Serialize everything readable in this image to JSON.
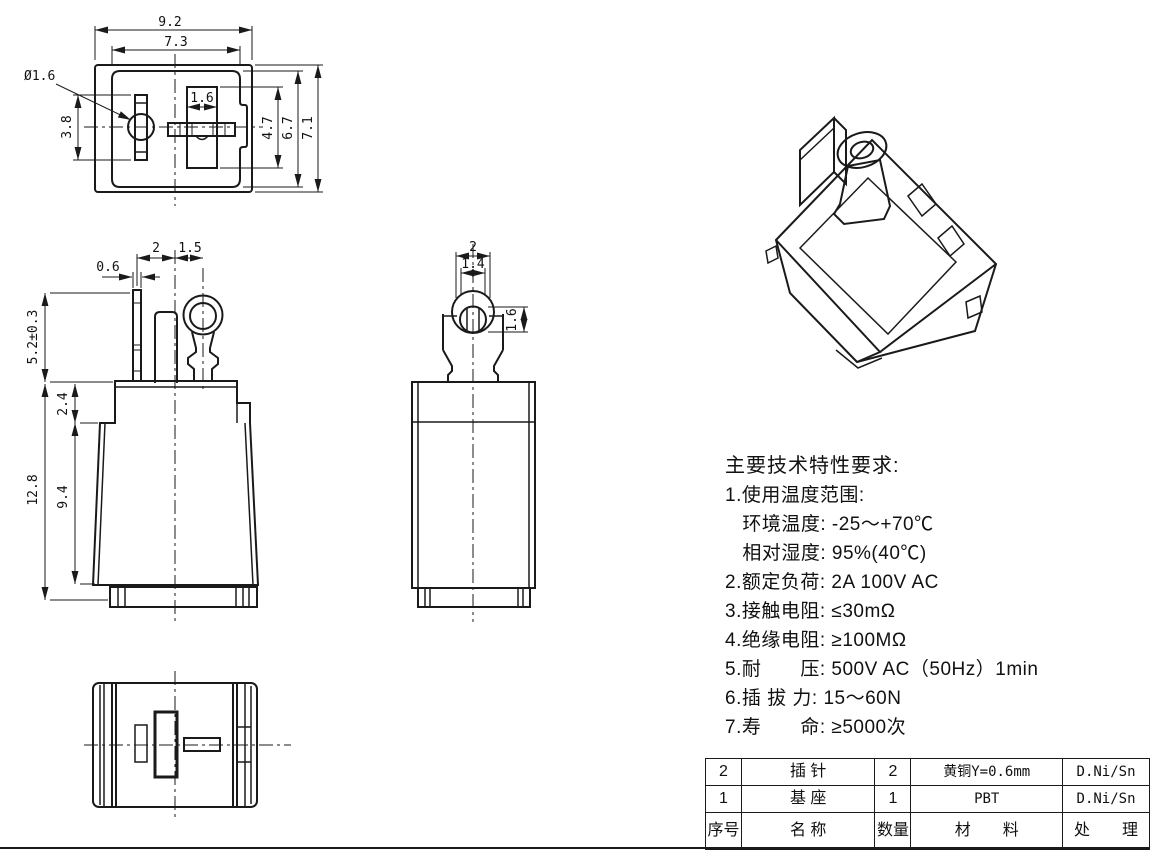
{
  "drawing": {
    "background": "#ffffff",
    "ink": "#1a1a1a"
  },
  "dims": {
    "tv_outer_w": "9.2",
    "tv_inner_w": "7.3",
    "tv_hole": "Ø1.6",
    "tv_slot_h": "3.8",
    "tv_key_w": "1.6",
    "tv_h1": "4.7",
    "tv_h2": "6.7",
    "tv_h3": "7.1",
    "fv_pin_t": "0.6",
    "fv_p1": "2",
    "fv_p2": "1.5",
    "fv_pin_h": "5.2±0.3",
    "fv_step": "2.4",
    "fv_body_h": "12.8",
    "fv_taper_h": "9.4",
    "sv_w1": "2",
    "sv_w2": "1.4",
    "sv_hole_h": "1.6"
  },
  "notes": {
    "title": "主要技术特性要求:",
    "items": [
      "1.使用温度范围:",
      "   环境温度: -25～+70℃",
      "   相对湿度: 95%(40℃)",
      "2.额定负荷: 2A 100V AC",
      "3.接触电阻: ≤30mΩ",
      "4.绝缘电阻: ≥100MΩ",
      "5.耐　　压: 500V AC（50Hz）1min",
      "6.插 拔 力: 15～60N",
      "7.寿　　命: ≥5000次"
    ]
  },
  "bom": {
    "rows": [
      {
        "no": "2",
        "name": "插 针",
        "qty": "2",
        "material": "黄铜Y=0.6mm",
        "finish": "D.Ni/Sn"
      },
      {
        "no": "1",
        "name": "基 座",
        "qty": "1",
        "material": "PBT",
        "finish": "D.Ni/Sn"
      }
    ],
    "header": {
      "no": "序号",
      "name": "名  称",
      "qty": "数量",
      "material": "材　　料",
      "finish": "处　　理"
    }
  }
}
